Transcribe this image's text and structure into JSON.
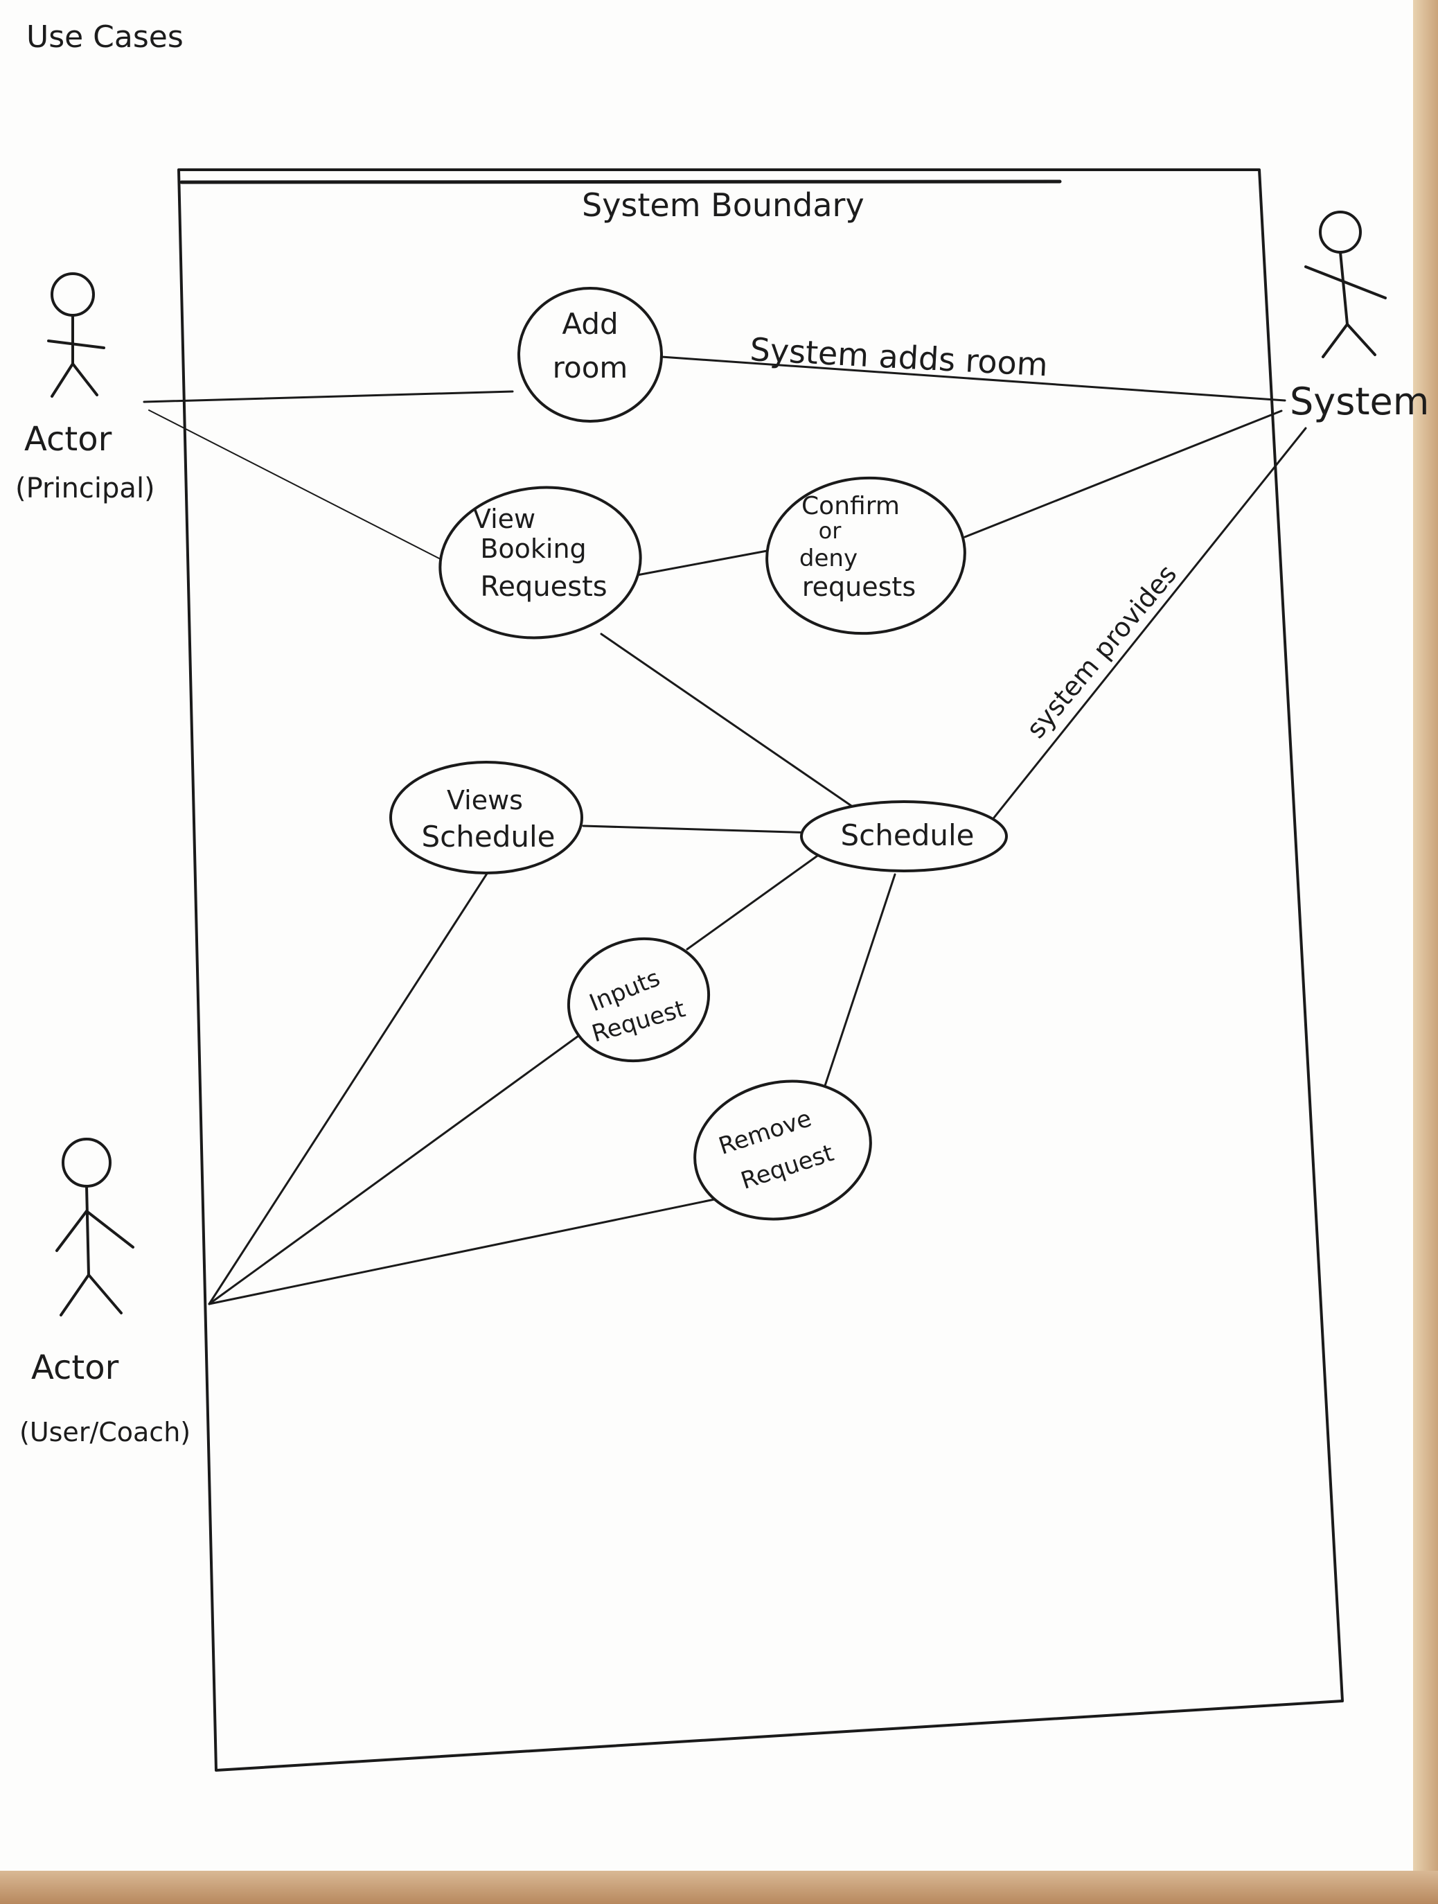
{
  "page_title": "Use Cases",
  "boundary_label": "System Boundary",
  "actors": {
    "principal": {
      "name": "Actor",
      "role": "(Principal)"
    },
    "system": {
      "name": "System"
    },
    "user": {
      "name": "Actor",
      "role": "(User/Coach)"
    }
  },
  "use_cases": {
    "add_room": [
      "Add",
      "room"
    ],
    "view_booking": [
      "View",
      "Booking",
      "Requests"
    ],
    "confirm": [
      "Confirm",
      "or",
      "deny",
      "requests"
    ],
    "views_schedule": [
      "Views",
      "Schedule"
    ],
    "schedule": [
      "Schedule"
    ],
    "inputs_request": [
      "Inputs",
      "Request"
    ],
    "remove_request": [
      "Remove",
      "Request"
    ]
  },
  "edge_labels": {
    "system_adds_room": "System adds room",
    "system_provides": "system provides"
  },
  "colors": {
    "ink": "#1a1a1a",
    "paper": "#fdfdfc"
  }
}
